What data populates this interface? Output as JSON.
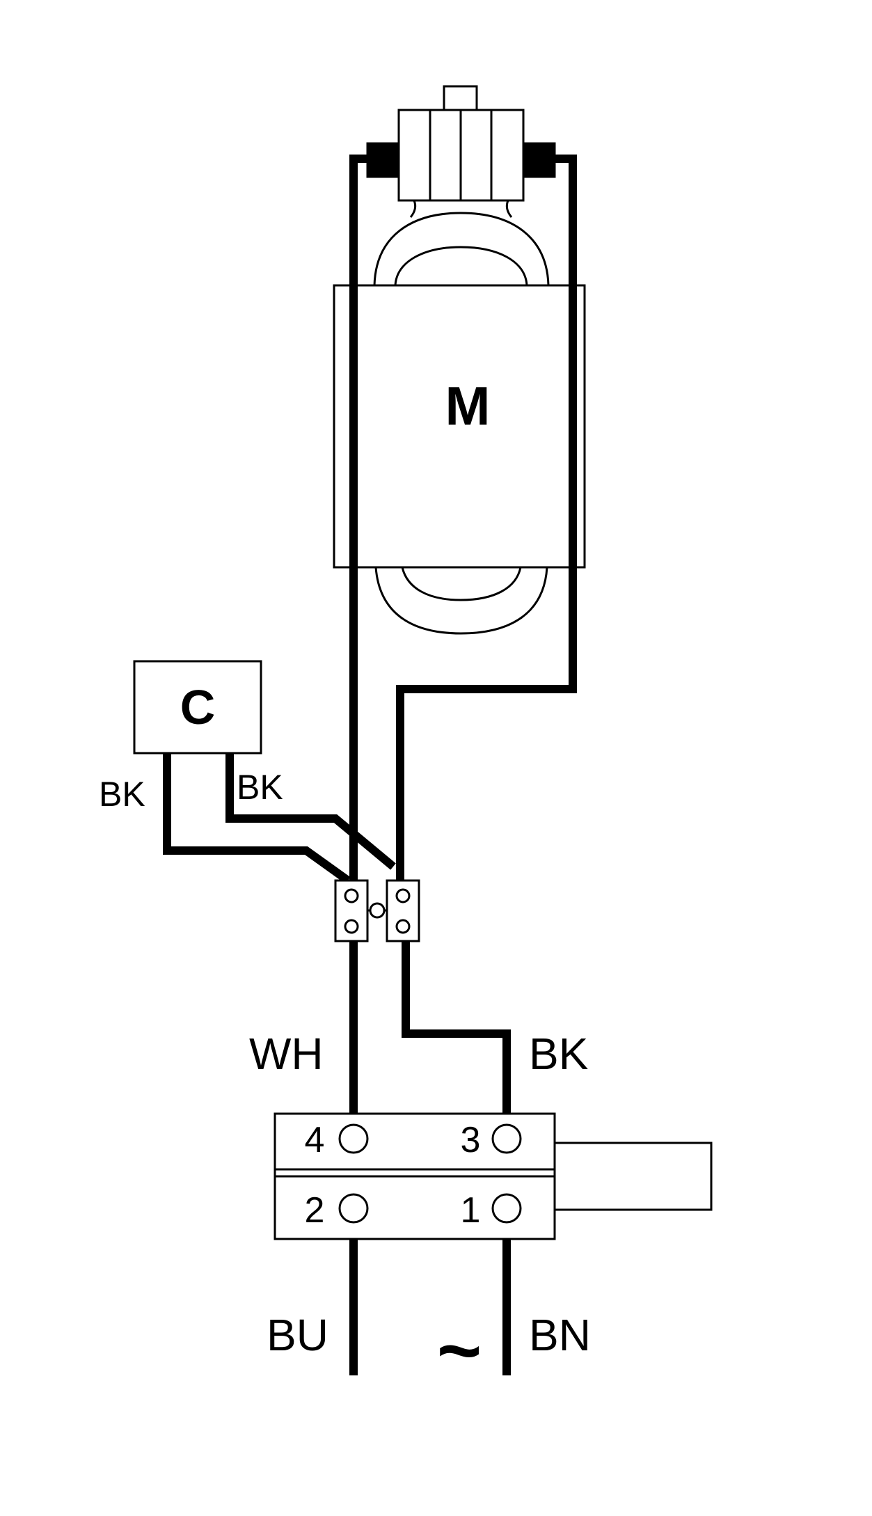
{
  "components": {
    "motor": {
      "label": "M"
    },
    "capacitor": {
      "label": "C"
    }
  },
  "wire_labels": {
    "capacitor_left": "BK",
    "capacitor_right": "BK",
    "white": "WH",
    "black": "BK",
    "blue": "BU",
    "brown": "BN"
  },
  "terminals": {
    "t4": "4",
    "t3": "3",
    "t2": "2",
    "t1": "1"
  },
  "supply_symbol": "~"
}
